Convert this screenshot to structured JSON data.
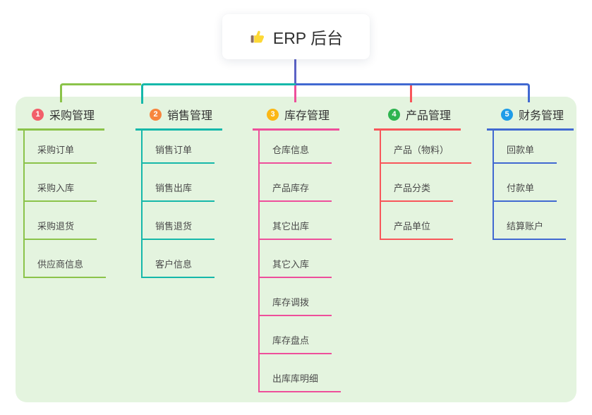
{
  "root": {
    "label": "ERP 后台",
    "icon": "thumbs-up-icon"
  },
  "canvas": {
    "background_color": "#e4f4df"
  },
  "connectors": {
    "stem_color": "#5c63c6",
    "bus_segment_colors": [
      "#8bc34a",
      "#16b8aa",
      "#4169d1"
    ],
    "drop_colors": [
      "#8bc34a",
      "#16b8aa",
      "#ee4f9b",
      "#f8565a",
      "#4169d1"
    ]
  },
  "branches": [
    {
      "num": "1",
      "label": "采购管理",
      "badge_color": "#f25f6a",
      "line_color": "#8bc34a",
      "items": [
        "采购订单",
        "采购入库",
        "采购退货",
        "供应商信息"
      ]
    },
    {
      "num": "2",
      "label": "销售管理",
      "badge_color": "#f7853e",
      "line_color": "#16b8aa",
      "items": [
        "销售订单",
        "销售出库",
        "销售退货",
        "客户信息"
      ]
    },
    {
      "num": "3",
      "label": "库存管理",
      "badge_color": "#fbb716",
      "line_color": "#ee4f9b",
      "items": [
        "仓库信息",
        "产品库存",
        "其它出库",
        "其它入库",
        "库存调拨",
        "库存盘点",
        "出库库明细"
      ]
    },
    {
      "num": "4",
      "label": "产品管理",
      "badge_color": "#2fb450",
      "line_color": "#f8565a",
      "items": [
        "产品（物料）",
        "产品分类",
        "产品单位"
      ]
    },
    {
      "num": "5",
      "label": "财务管理",
      "badge_color": "#1f9ce8",
      "line_color": "#4169d1",
      "items": [
        "回款单",
        "付款单",
        "结算账户"
      ]
    }
  ]
}
